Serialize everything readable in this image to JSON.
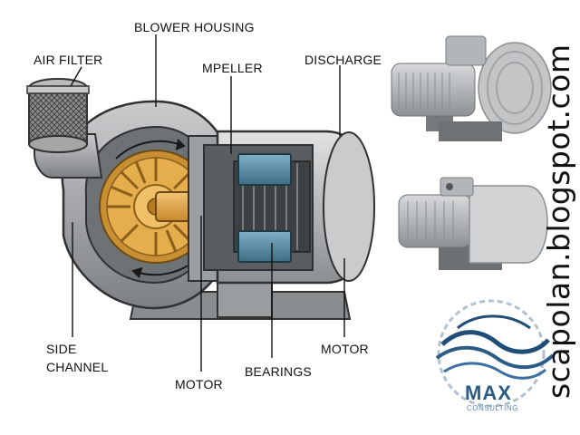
{
  "labels": {
    "air_filter": "AIR FILTER",
    "blower_housing": "BLOWER HOUSING",
    "impeller": "MPELLER",
    "discharge": "DISCHARGE",
    "side_channel_1": "SIDE",
    "side_channel_2": "CHANNEL",
    "motor_bottom": "MOTOR",
    "bearings": "BEARINGS",
    "motor_right": "MOTOR"
  },
  "watermark": "scapolan.blogspot.com",
  "logo": {
    "name": "MAX",
    "tagline": "CONSULTING"
  },
  "colors": {
    "housing": "#a9abad",
    "impeller": "#d9a03e",
    "bearings": "#5f8ea5",
    "logo": "#1f4e79"
  }
}
